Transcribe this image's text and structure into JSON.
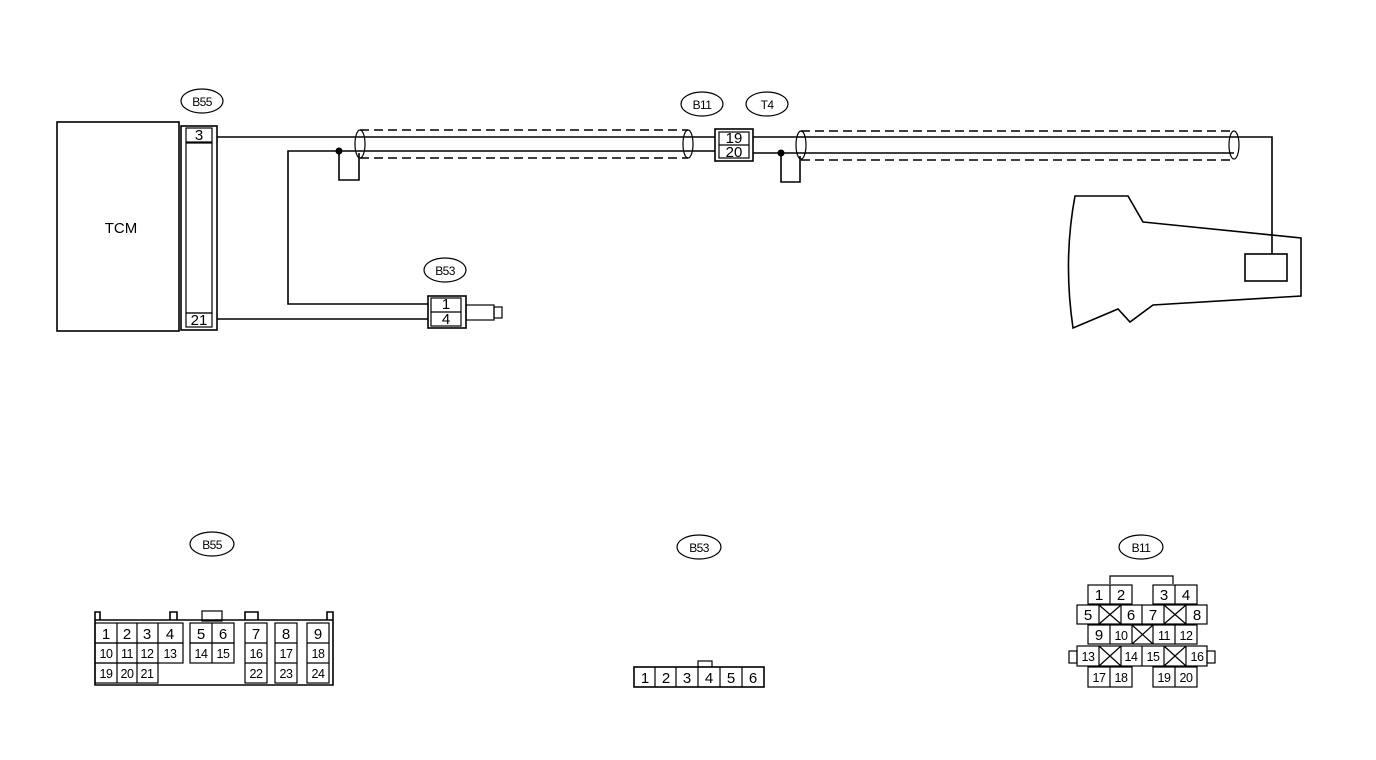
{
  "labels": {
    "tcm": "TCM",
    "b55_top": "B55",
    "b11_top": "B11",
    "t4_top": "T4",
    "b53_top": "B53",
    "b55_bottom": "B55",
    "b53_bottom": "B53",
    "b11_bottom": "B11"
  },
  "pins": {
    "b55_upper": "3",
    "b55_lower": "21",
    "b11_t4_upper": "19",
    "b11_t4_lower": "20",
    "b53_upper": "1",
    "b53_lower": "4"
  },
  "b55_connector": {
    "group1_row1": [
      "1",
      "2",
      "3",
      "4"
    ],
    "group1_row2": [
      "10",
      "11",
      "12",
      "13"
    ],
    "group1_row3": [
      "19",
      "20",
      "21"
    ],
    "group2_row1": [
      "5",
      "6"
    ],
    "group2_row2": [
      "14",
      "15"
    ],
    "col7": [
      "7",
      "16",
      "22"
    ],
    "col8": [
      "8",
      "17",
      "23"
    ],
    "col9": [
      "9",
      "18",
      "24"
    ]
  },
  "b53_connector": {
    "pins": [
      "1",
      "2",
      "3",
      "4",
      "5",
      "6"
    ]
  },
  "b11_connector": {
    "row1": [
      "1",
      "2",
      "3",
      "4"
    ],
    "row2": [
      "5",
      "6",
      "7",
      "8"
    ],
    "row3": [
      "9",
      "10",
      "11",
      "12"
    ],
    "row4": [
      "13",
      "14",
      "15",
      "16"
    ],
    "row5": [
      "17",
      "18",
      "19",
      "20"
    ]
  }
}
